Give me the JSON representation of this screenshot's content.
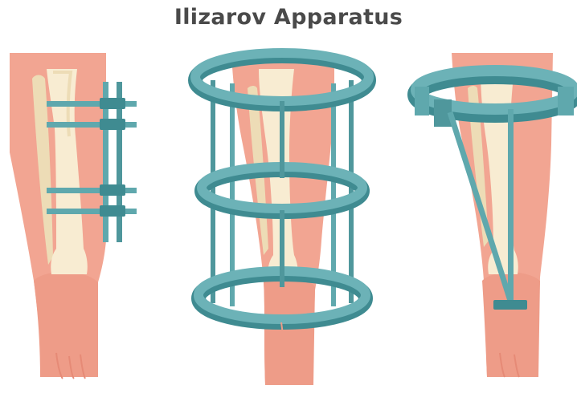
{
  "title": "Ilizarov Apparatus",
  "colors": {
    "skin": "#f2a592",
    "skin_dark": "#e88c78",
    "bone": "#f8ecd2",
    "bone_shadow": "#eddcb6",
    "frame": "#5fa8ad",
    "frame_dark": "#3f8b91",
    "frame_light": "#8ccacd"
  },
  "panels": [
    {
      "name": "unilateral-fixator"
    },
    {
      "name": "circular-ring-fixator"
    },
    {
      "name": "hybrid-fixator"
    }
  ]
}
